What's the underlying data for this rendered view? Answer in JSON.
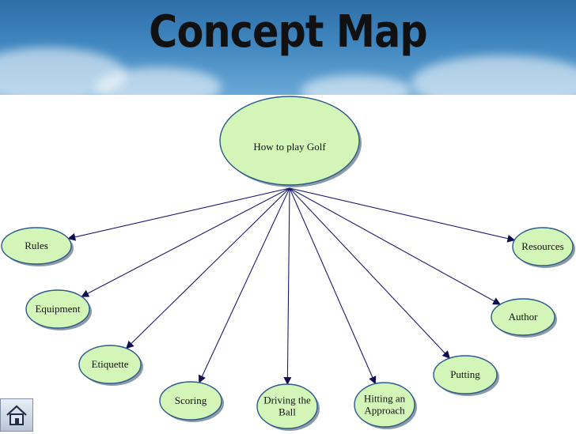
{
  "header": {
    "title": "Concept Map"
  },
  "diagram": {
    "center": {
      "label": "How to play Golf"
    },
    "nodes": [
      {
        "id": "rules",
        "lines": [
          "Rules"
        ]
      },
      {
        "id": "equipment",
        "lines": [
          "Equipment"
        ]
      },
      {
        "id": "etiquette",
        "lines": [
          "Etiquette"
        ]
      },
      {
        "id": "scoring",
        "lines": [
          "Scoring"
        ]
      },
      {
        "id": "driving",
        "lines": [
          "Driving the",
          "Ball"
        ]
      },
      {
        "id": "approach",
        "lines": [
          "Hitting an",
          "Approach"
        ]
      },
      {
        "id": "putting",
        "lines": [
          "Putting"
        ]
      },
      {
        "id": "author",
        "lines": [
          "Author"
        ]
      },
      {
        "id": "resources",
        "lines": [
          "Resources"
        ]
      }
    ]
  },
  "colors": {
    "node_fill": "#d4f5b8",
    "edge": "#1a1a6e",
    "header": "#3f86bf"
  },
  "icons": {
    "home": "home-icon"
  }
}
